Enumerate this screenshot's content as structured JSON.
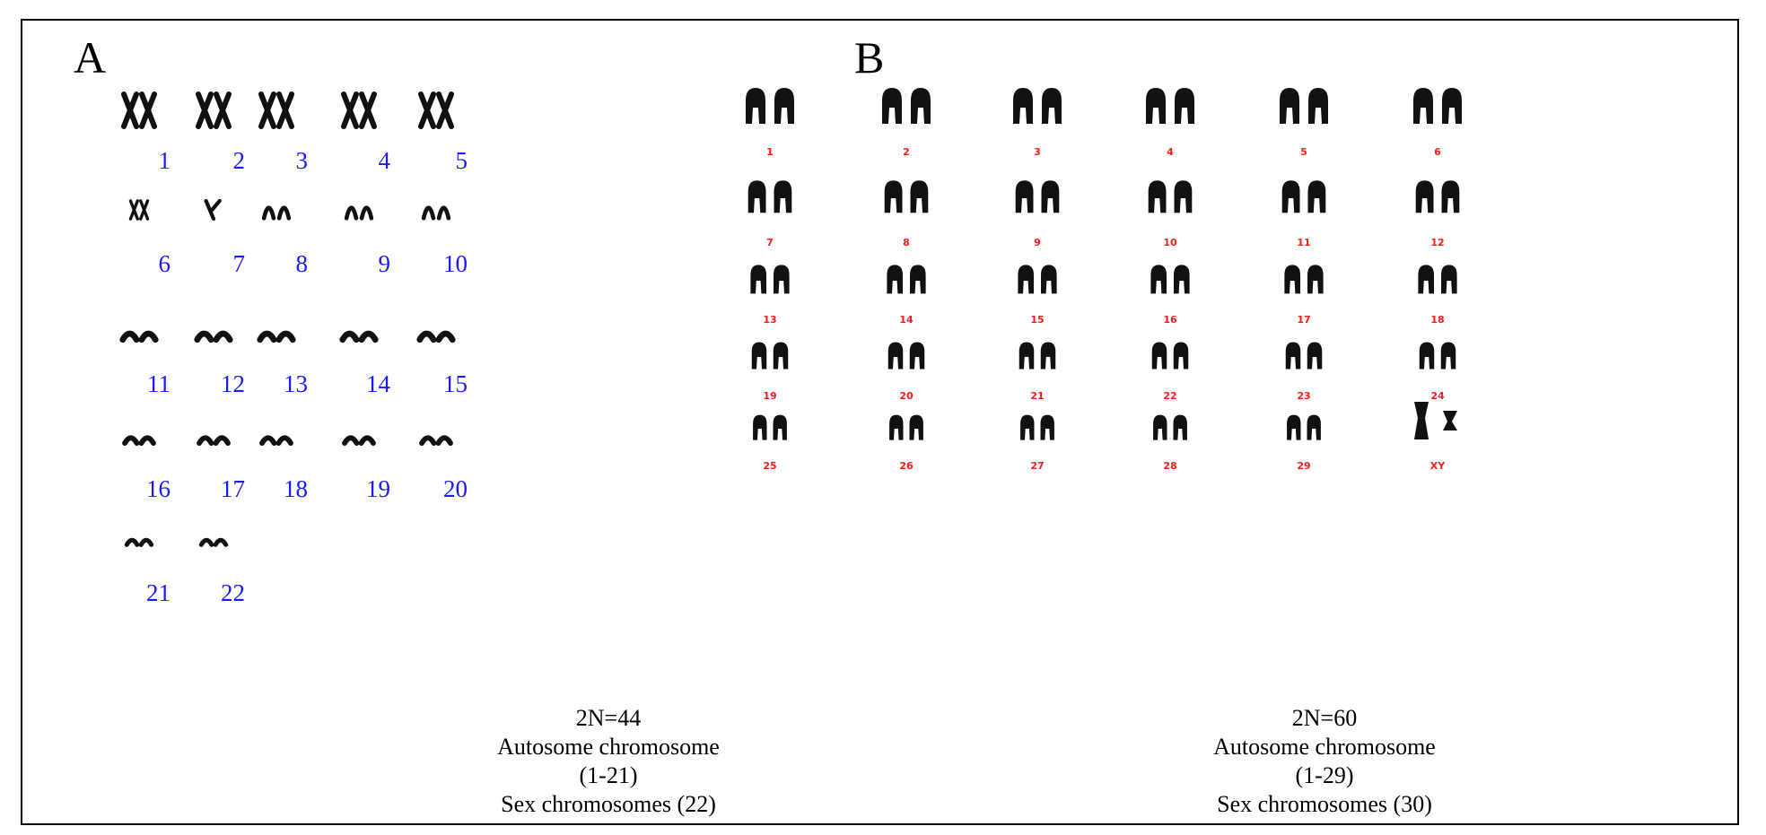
{
  "panels": [
    {
      "letter": "A",
      "pair_labels": [
        "1",
        "2",
        "3",
        "4",
        "5",
        "6",
        "7",
        "8",
        "9",
        "10",
        "11",
        "12",
        "13",
        "14",
        "15",
        "16",
        "17",
        "18",
        "19",
        "20",
        "21",
        "22"
      ],
      "label_color": "#1a1aff",
      "summary": {
        "line1": "2N=44",
        "line2": "Autosome chromosome",
        "line3": "(1-21)",
        "line4": "Sex chromosomes (22)"
      }
    },
    {
      "letter": "B",
      "pair_labels": [
        "1",
        "2",
        "3",
        "4",
        "5",
        "6",
        "7",
        "8",
        "9",
        "10",
        "11",
        "12",
        "13",
        "14",
        "15",
        "16",
        "17",
        "18",
        "19",
        "20",
        "21",
        "22",
        "23",
        "24",
        "25",
        "26",
        "27",
        "28",
        "29",
        "XY"
      ],
      "label_color": "#ff1a1a",
      "summary": {
        "line1": "2N=60",
        "line2": "Autosome chromosome",
        "line3": "(1-29)",
        "line4": "Sex chromosomes (30)"
      }
    }
  ],
  "colors": {
    "chromosome": "#111111",
    "border": "#000000"
  }
}
